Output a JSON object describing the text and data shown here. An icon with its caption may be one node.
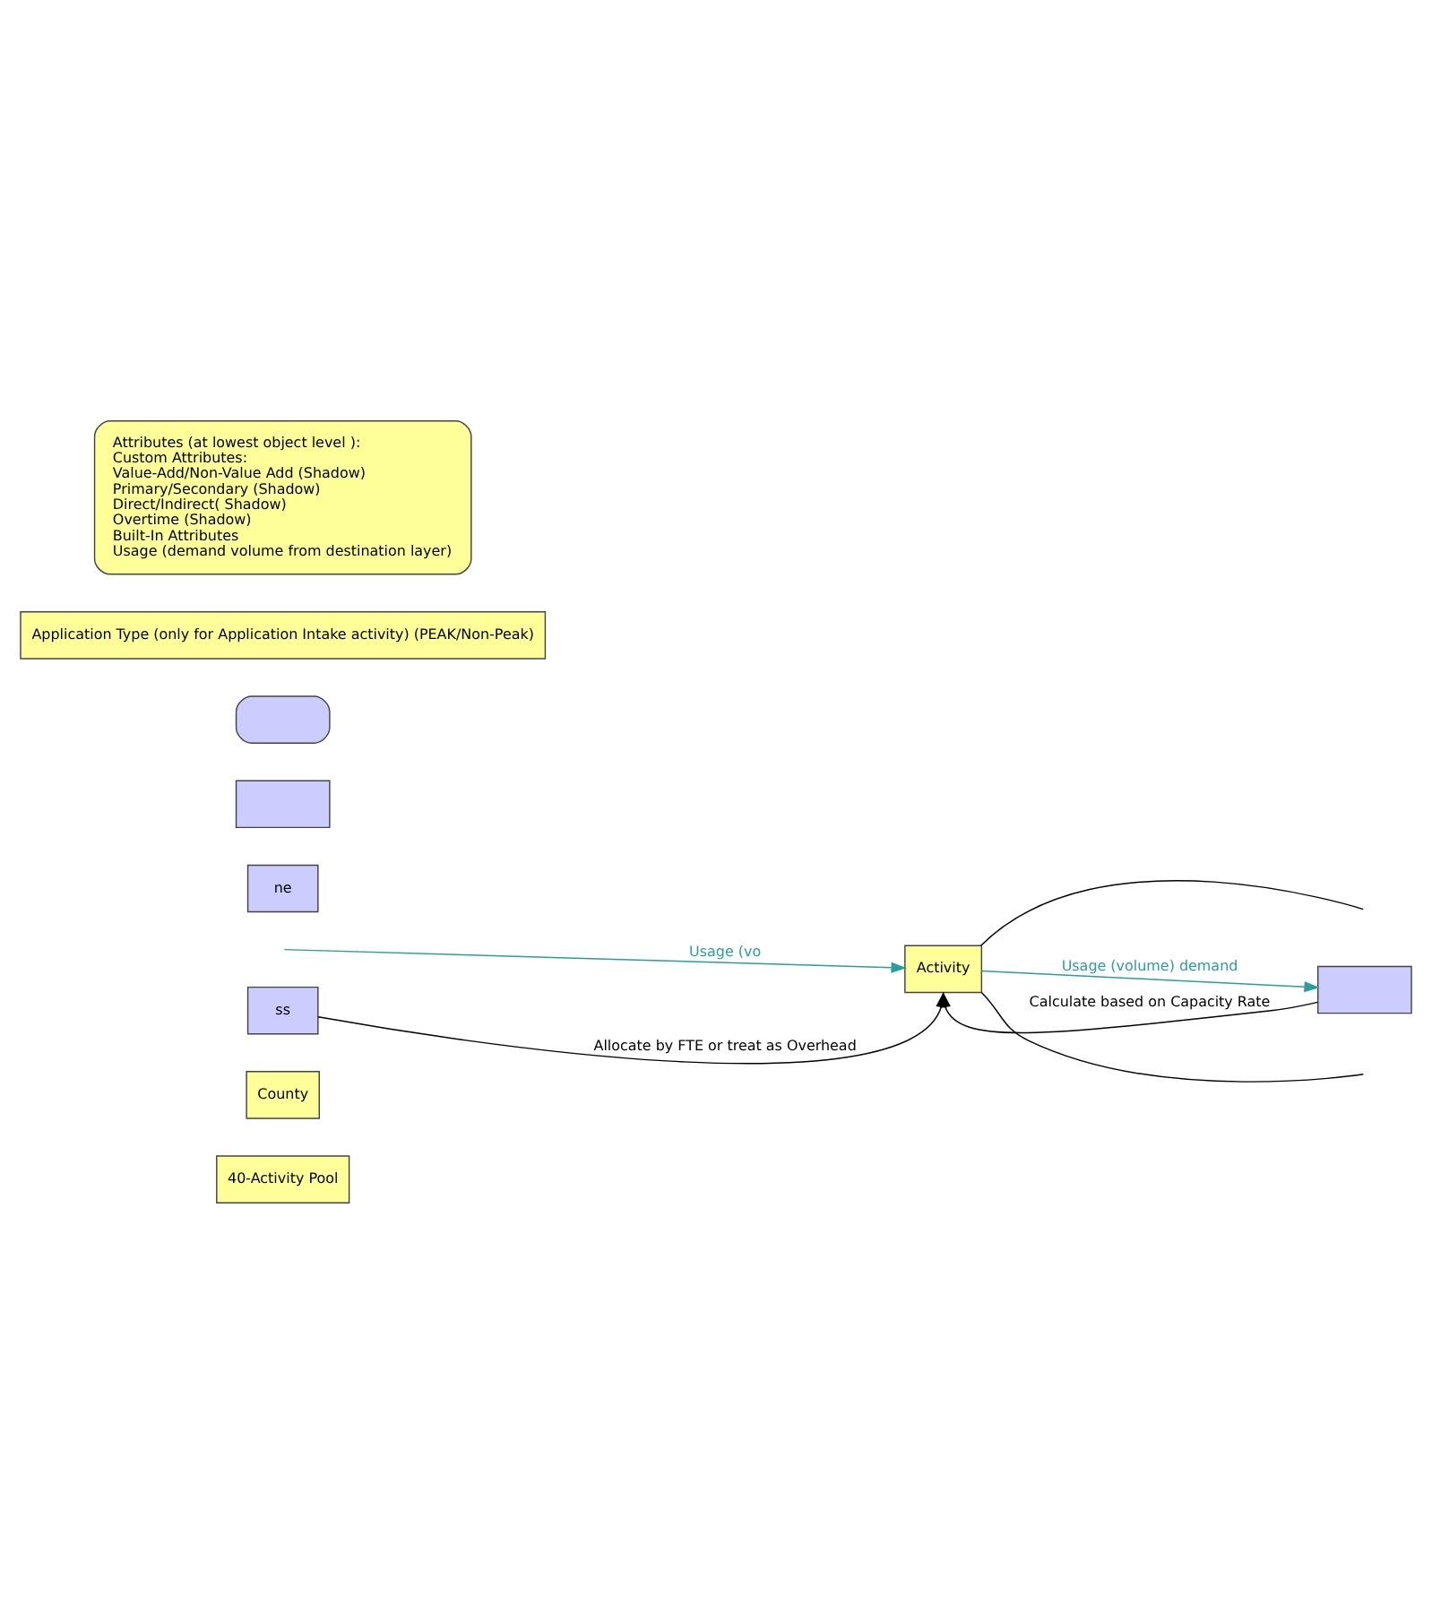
{
  "diagram": {
    "nodes": [
      {
        "text": [
          "40-Activity Pool"
        ]
      },
      {
        "text": [
          "County"
        ]
      },
      {
        "text": [
          "Activity"
        ]
      },
      {
        "text": [
          "ss"
        ]
      },
      {
        "text": [],
        "shape": "box"
      },
      {
        "text": [
          "ne"
        ]
      },
      {
        "text": [],
        "shape": "box"
      },
      {
        "text": [],
        "shape": "box"
      },
      {
        "text": [
          "Application Type (only for Application Intake activity) (PEAK/Non-Peak)"
        ]
      },
      {
        "text": [
          "Attributes (at lowest object level ):",
          "Custom Attributes:",
          "Value-Add/Non-Value Add (Shadow)",
          "Primary/Secondary (Shadow)",
          "Direct/Indirect( Shadow)",
          "Overtime (Shadow)",
          "Built-In Attributes",
          "Usage (demand volume from destination layer)"
        ]
      }
    ],
    "edges": [
      {
        "from": 3,
        "to": 2,
        "arrow": "to",
        "label": "Allocate by FTE or treat as Overhead"
      },
      {
        "from": 2,
        "to": 4,
        "arrow": "to",
        "label": "Usage (volume) demand",
        "color": "#2a9d9d"
      },
      {
        "from": 4,
        "to": 2,
        "arrow": "to",
        "label": "Calculate based on Capacity Rate"
      },
      {
        "from": null,
        "to": 2,
        "arrow": "to",
        "label": "Usage (vo",
        "color": "#2a9d9d"
      },
      {
        "from": 2,
        "to": null,
        "arrow": "none"
      },
      {
        "from": 2,
        "to": null,
        "arrow": "none"
      }
    ]
  }
}
